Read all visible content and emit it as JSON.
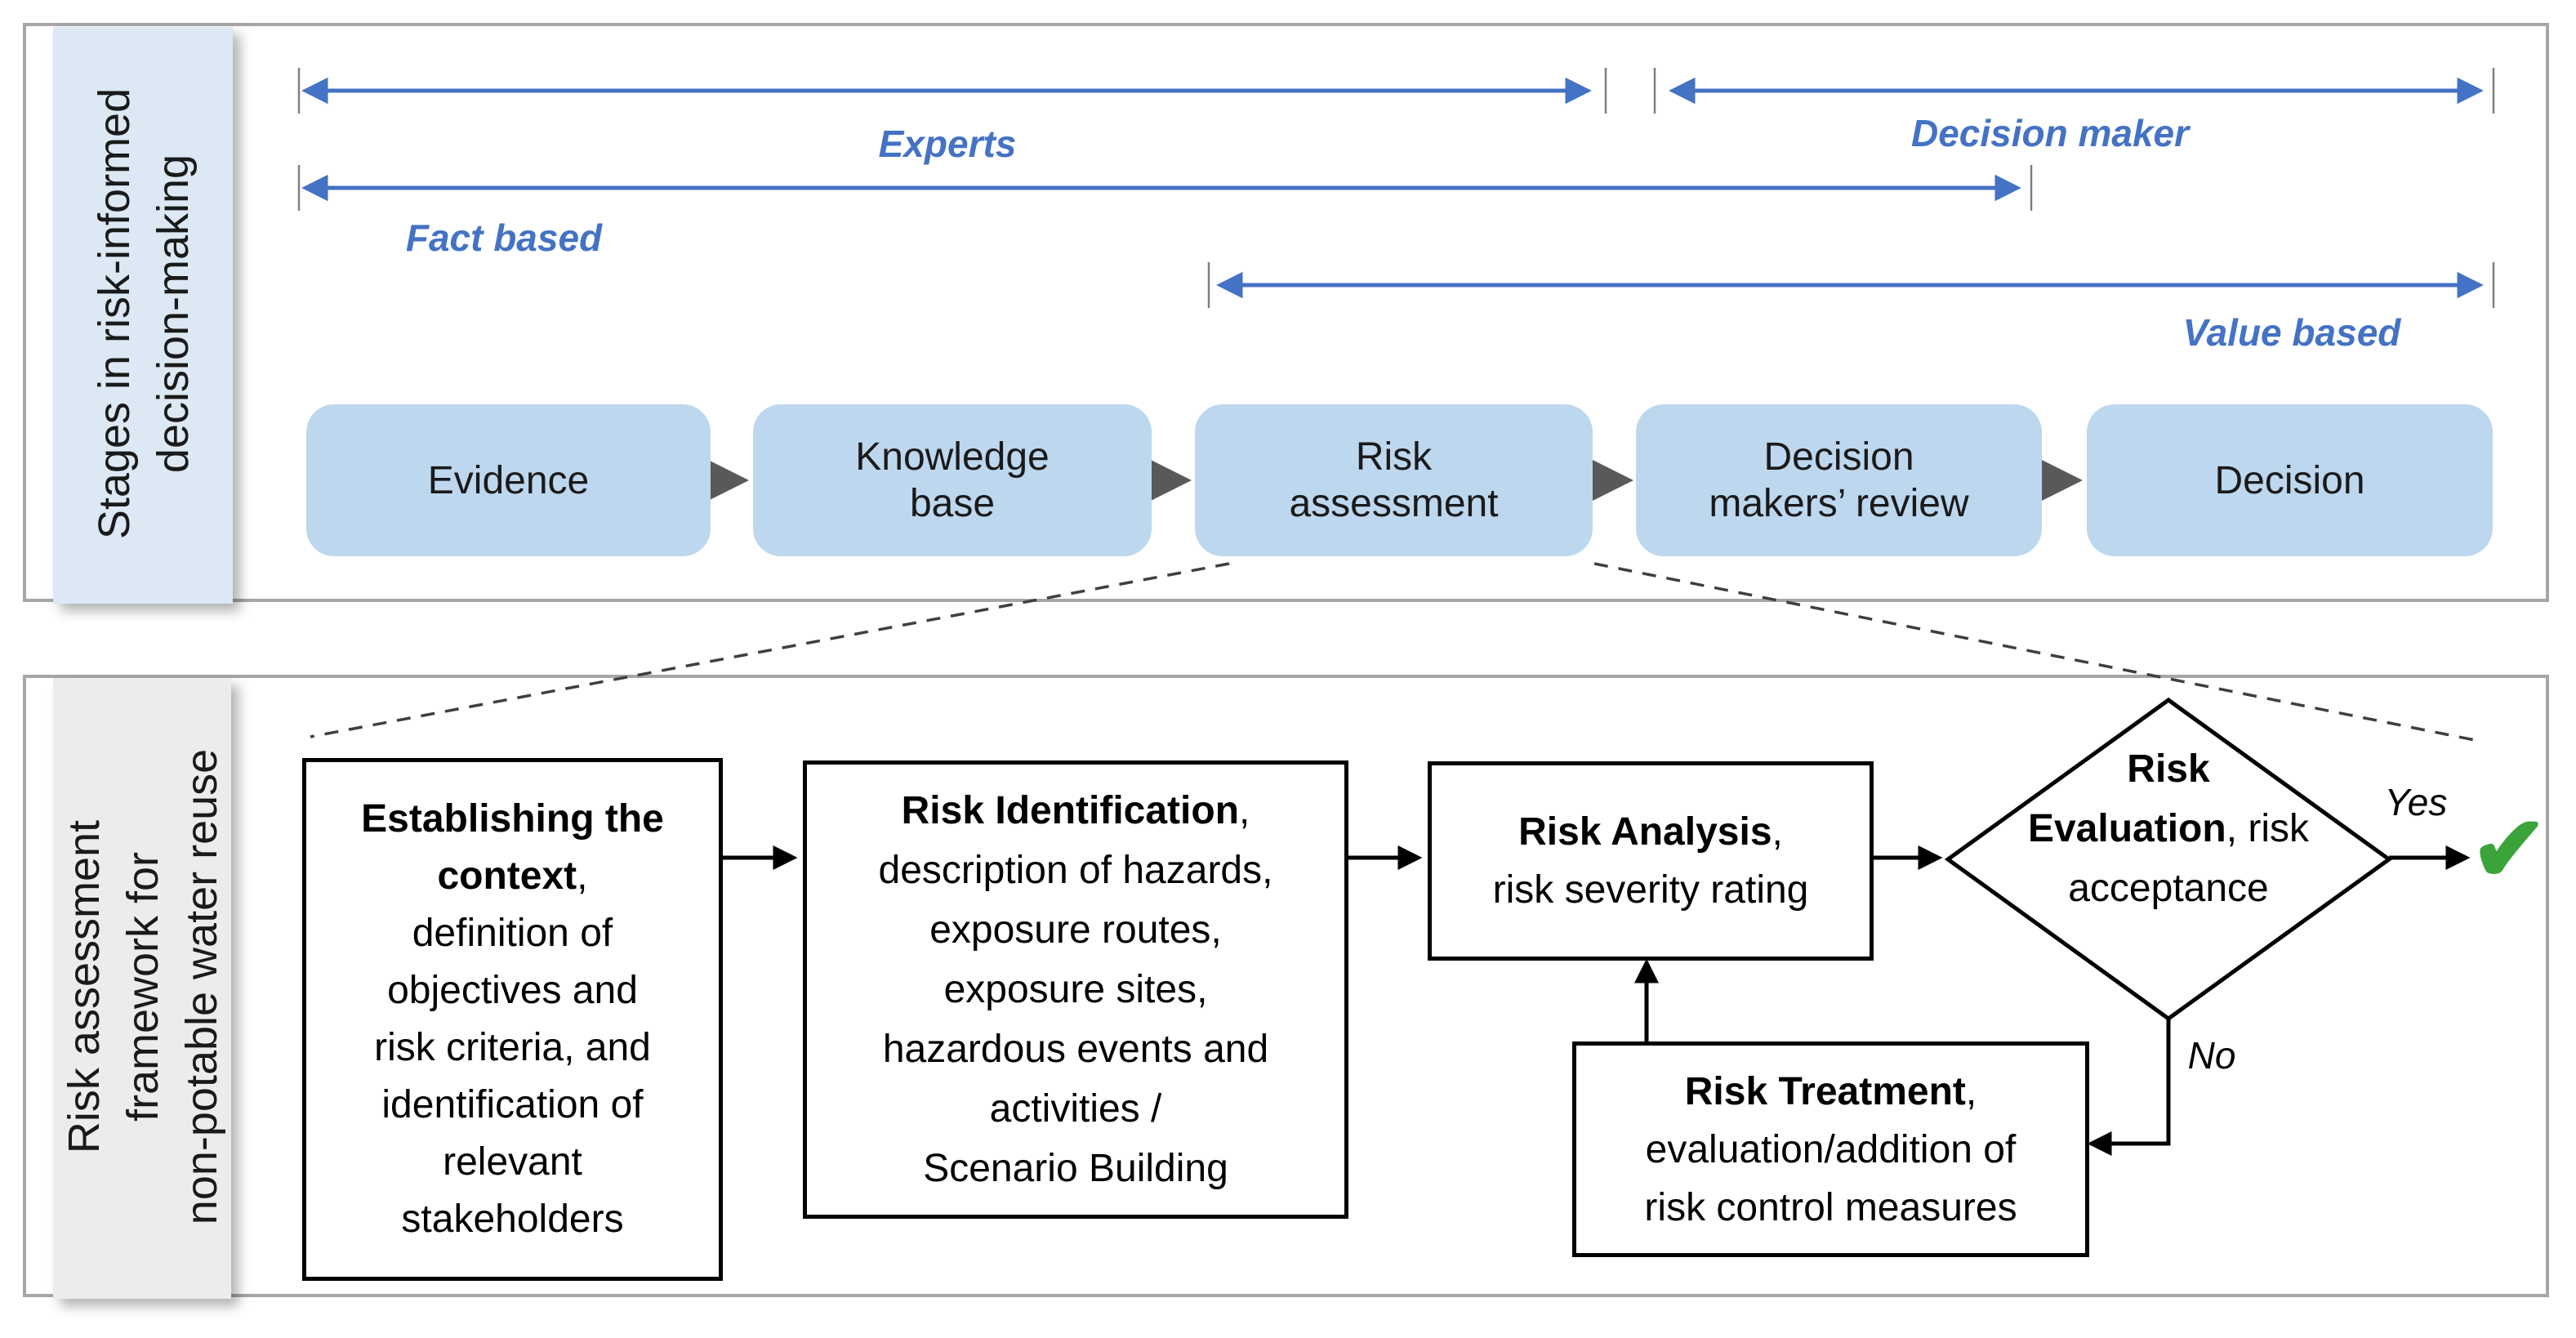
{
  "colors": {
    "blue_accent": "#4472C4",
    "stage_fill": "#BDD7EE",
    "top_strip_fill": "#DCE8F4",
    "bottom_strip_fill": "#ECECEC",
    "panel_border": "#A6A6A6",
    "stage_arrow": "#595959",
    "check_green": "#3AA33A",
    "text_dark": "#1A1A1A"
  },
  "top_panel": {
    "side_label_lines": [
      "Stages in risk-informed",
      "decision-making"
    ],
    "annotations": {
      "experts": "Experts",
      "decision_maker": "Decision maker",
      "fact_based": "Fact based",
      "value_based": "Value based"
    },
    "stages": [
      {
        "label": "Evidence"
      },
      {
        "label": "Knowledge\nbase"
      },
      {
        "label": "Risk\nassessment"
      },
      {
        "label": "Decision\nmakers’ review"
      },
      {
        "label": "Decision"
      }
    ]
  },
  "bottom_panel": {
    "side_label_lines": [
      "Risk assessment",
      "framework for",
      "non-potable water reuse"
    ],
    "steps": {
      "context": {
        "title": "Establishing the\ncontext",
        "rest": ",\ndefinition of\nobjectives and\nrisk criteria, and\nidentification of\nrelevant\nstakeholders"
      },
      "identification": {
        "title": "Risk Identification",
        "rest": ",\ndescription of hazards,\nexposure routes,\nexposure sites,\nhazardous events and\nactivities /\nScenario Building"
      },
      "analysis": {
        "title": "Risk Analysis",
        "rest": ",\nrisk severity rating"
      },
      "evaluation": {
        "title": "Risk\nEvaluation",
        "rest": ", risk\nacceptance"
      },
      "treatment": {
        "title": "Risk Treatment",
        "rest": ",\nevaluation/addition of\nrisk control measures"
      }
    },
    "branch_labels": {
      "yes": "Yes",
      "no": "No"
    },
    "check_icon": "✔"
  }
}
